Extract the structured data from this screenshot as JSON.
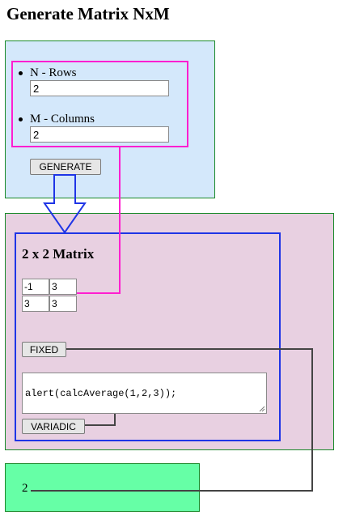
{
  "page": {
    "title": "Generate Matrix NxM"
  },
  "params": {
    "rows": {
      "label": "N - Rows",
      "value": "2"
    },
    "cols": {
      "label": "M - Columns",
      "value": "2"
    }
  },
  "generate_button": {
    "label": "GENERATE"
  },
  "matrix": {
    "title": "2 x 2 Matrix",
    "cells": [
      [
        "-1",
        "3"
      ],
      [
        "3",
        "3"
      ]
    ]
  },
  "fixed_button": {
    "label": "FIXED"
  },
  "code": {
    "value": "alert(calcAverage(1,2,3));"
  },
  "variadic_button": {
    "label": "VARIADIC"
  },
  "result": {
    "value": "2"
  },
  "colors": {
    "input_panel": "#d4e8fb",
    "output_panel": "#e8d0e1",
    "result_panel": "#66ffa6",
    "params_border": "#ff1fd0",
    "matrix_border": "#1f35e6",
    "panel_border": "#1a8a2a",
    "connector": "#444444"
  }
}
